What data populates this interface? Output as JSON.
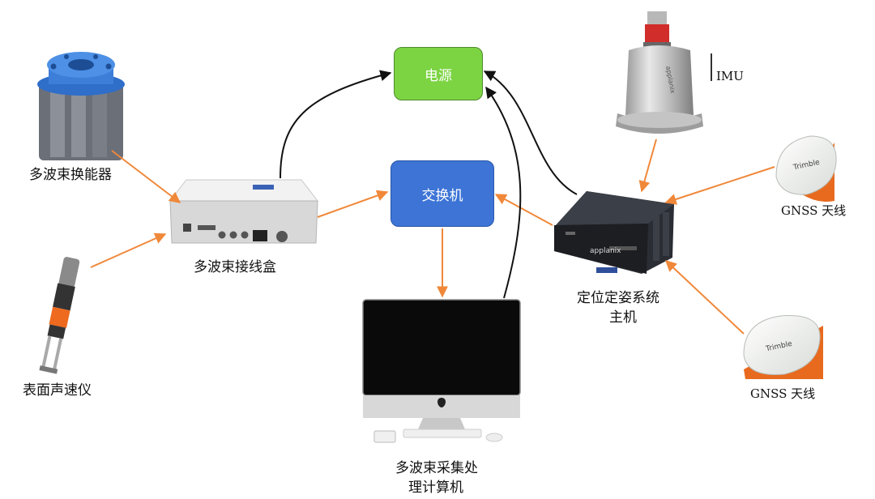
{
  "nodes": {
    "power": "电源",
    "switch": "交换机",
    "transducer": "多波束换能器",
    "junction_box": "多波束接线盒",
    "sv_probe": "表面声速仪",
    "computer_line1": "多波束采集处",
    "computer_line2": "理计算机",
    "pos_line1": "定位定姿系统",
    "pos_line2": "主机",
    "imu": "IMU",
    "gnss_top": "GNSS 天线",
    "gnss_bottom": "GNSS 天线",
    "pos_brand": "applanix",
    "imu_brand": "applanix",
    "antenna_brand": "Trimble"
  },
  "colors": {
    "power_fill": "#7cd443",
    "switch_fill": "#3d74d6",
    "data_arrow": "#f0883a",
    "power_arrow": "#111111"
  }
}
